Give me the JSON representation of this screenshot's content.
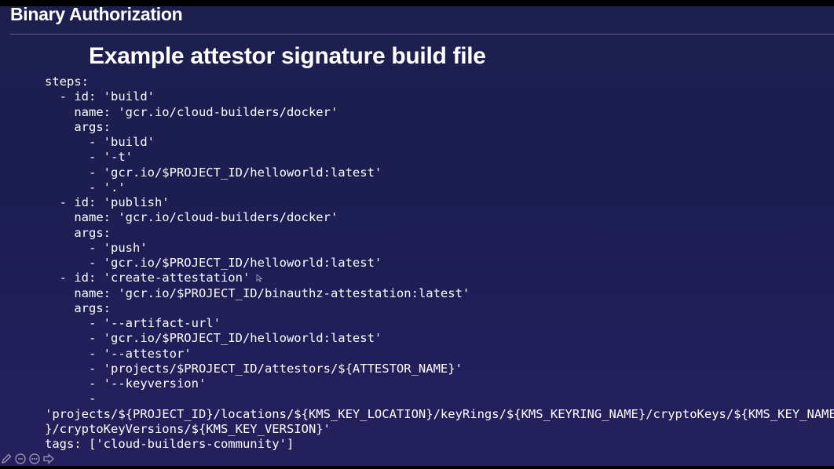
{
  "header": {
    "title": "Binary Authorization"
  },
  "slide": {
    "title": "Example attestor signature build file",
    "code_lines": [
      "steps:",
      "  - id: 'build'",
      "    name: 'gcr.io/cloud-builders/docker'",
      "    args:",
      "      - 'build'",
      "      - '-t'",
      "      - 'gcr.io/$PROJECT_ID/helloworld:latest'",
      "      - '.'",
      "  - id: 'publish'",
      "    name: 'gcr.io/cloud-builders/docker'",
      "    args:",
      "      - 'push'",
      "      - 'gcr.io/$PROJECT_ID/helloworld:latest'",
      "  - id: 'create-attestation'",
      "    name: 'gcr.io/$PROJECT_ID/binauthz-attestation:latest'",
      "    args:",
      "      - '--artifact-url'",
      "      - 'gcr.io/$PROJECT_ID/helloworld:latest'",
      "      - '--attestor'",
      "      - 'projects/$PROJECT_ID/attestors/${ATTESTOR_NAME}'",
      "      - '--keyversion'",
      "      -",
      "'projects/${PROJECT_ID}/locations/${KMS_KEY_LOCATION}/keyRings/${KMS_KEYRING_NAME}/cryptoKeys/${KMS_KEY_NAME",
      "}/cryptoKeyVersions/${KMS_KEY_VERSION}'",
      "tags: ['cloud-builders-community']"
    ]
  },
  "toolbar": {
    "icons": [
      "pen-icon",
      "zoom-icon",
      "more-icon",
      "next-icon"
    ]
  },
  "colors": {
    "background": "#1d1f4e",
    "text": "#ffffff",
    "rule": "#5d5f8a"
  }
}
